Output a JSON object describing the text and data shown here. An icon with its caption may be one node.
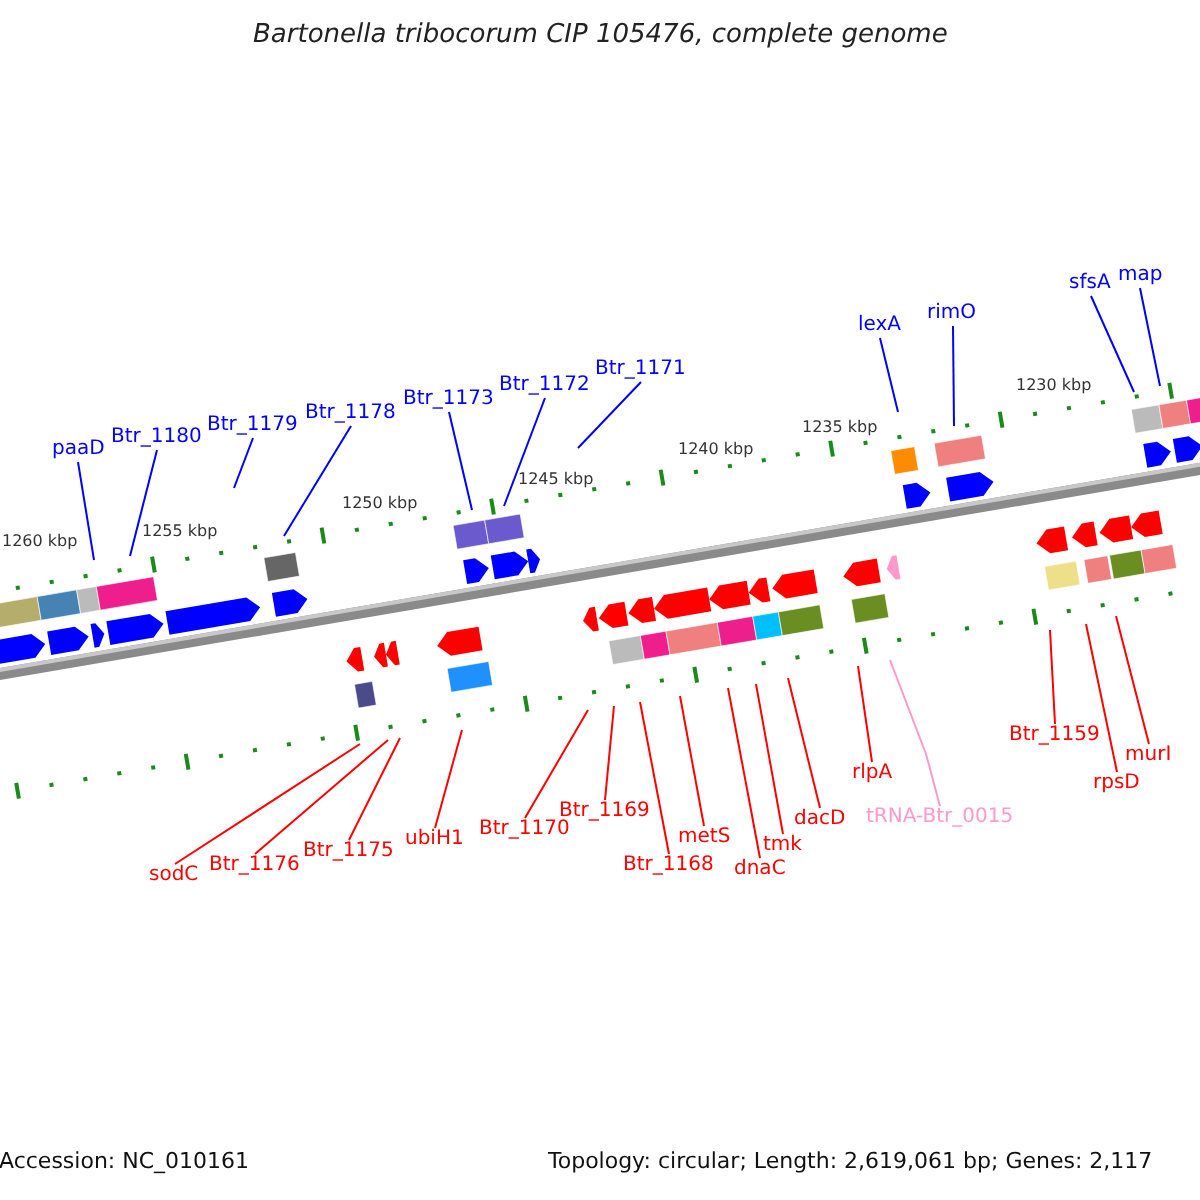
{
  "diagram": {
    "title": "Bartonella tribocorum CIP 105476, complete genome",
    "nodes": [
      {
        "text": [
          "paaD"
        ]
      },
      {
        "text": [
          "Btr_1180"
        ]
      },
      {
        "text": [
          "Btr_1179"
        ]
      },
      {
        "text": [
          "Btr_1178"
        ]
      },
      {
        "text": [
          "Btr_1173"
        ]
      },
      {
        "text": [
          "Btr_1172"
        ]
      },
      {
        "text": [
          "Btr_1171"
        ]
      },
      {
        "text": [
          "lexA"
        ]
      },
      {
        "text": [
          "rimO"
        ]
      },
      {
        "text": [
          "sfsA"
        ]
      },
      {
        "text": [
          "map"
        ]
      },
      {
        "text": [
          "sodC"
        ]
      },
      {
        "text": [
          "Btr_1176"
        ]
      },
      {
        "text": [
          "Btr_1175"
        ]
      },
      {
        "text": [
          "ubiH1"
        ]
      },
      {
        "text": [
          "Btr_1170"
        ]
      },
      {
        "text": [
          "Btr_1169"
        ]
      },
      {
        "text": [
          "Btr_1168"
        ]
      },
      {
        "text": [
          "metS"
        ]
      },
      {
        "text": [
          "dnaC"
        ]
      },
      {
        "text": [
          "tmk"
        ]
      },
      {
        "text": [
          "dacD"
        ]
      },
      {
        "text": [
          "rlpA"
        ]
      },
      {
        "text": [
          "tRNA-Btr_0015"
        ]
      },
      {
        "text": [
          "Btr_1159"
        ]
      },
      {
        "text": [
          "rpsD"
        ]
      },
      {
        "text": [
          "murI"
        ]
      }
    ],
    "edges": [
      {
        "from": 0,
        "to": null,
        "arrow": "none",
        "color": "#0000ff"
      },
      {
        "from": 1,
        "to": null,
        "arrow": "none",
        "color": "#0000ff"
      },
      {
        "from": 2,
        "to": null,
        "arrow": "none",
        "color": "#0000ff"
      },
      {
        "from": 3,
        "to": null,
        "arrow": "none",
        "color": "#0000ff"
      },
      {
        "from": 4,
        "to": null,
        "arrow": "none",
        "color": "#0000ff"
      },
      {
        "from": 5,
        "to": null,
        "arrow": "none",
        "color": "#0000ff"
      },
      {
        "from": 6,
        "to": null,
        "arrow": "none",
        "color": "#0000ff"
      },
      {
        "from": 7,
        "to": null,
        "arrow": "none",
        "color": "#0000ff"
      },
      {
        "from": 8,
        "to": null,
        "arrow": "none",
        "color": "#0000ff"
      },
      {
        "from": 9,
        "to": null,
        "arrow": "none",
        "color": "#0000ff"
      },
      {
        "from": 10,
        "to": null,
        "arrow": "none",
        "color": "#0000ff"
      },
      {
        "from": 11,
        "to": null,
        "arrow": "none"
      },
      {
        "from": 12,
        "to": null,
        "arrow": "none"
      },
      {
        "from": 13,
        "to": null,
        "arrow": "none"
      },
      {
        "from": 14,
        "to": null,
        "arrow": "none"
      },
      {
        "from": 15,
        "to": null,
        "arrow": "none"
      },
      {
        "from": 16,
        "to": null,
        "arrow": "none"
      },
      {
        "from": 17,
        "to": null,
        "arrow": "none"
      },
      {
        "from": 18,
        "to": null,
        "arrow": "none"
      },
      {
        "from": 19,
        "to": null,
        "arrow": "none"
      },
      {
        "from": 20,
        "to": null,
        "arrow": "none"
      },
      {
        "from": 21,
        "to": null,
        "arrow": "none"
      },
      {
        "from": 22,
        "to": null,
        "arrow": "none"
      },
      {
        "from": 23,
        "to": null,
        "arrow": "none",
        "color": "#ff99cc"
      },
      {
        "from": 24,
        "to": null,
        "arrow": "none"
      },
      {
        "from": 25,
        "to": null,
        "arrow": "none"
      },
      {
        "from": 26,
        "to": null,
        "arrow": "none"
      }
    ],
    "labels": [
      "1260 kbp",
      "1255 kbp",
      "1250 kbp",
      "1245 kbp",
      "1240 kbp",
      "1235 kbp",
      "1230 kbp",
      "Accession: NC_010161",
      "Topology: circular; Length: 2,619,061 bp; Genes: 2,117"
    ]
  }
}
